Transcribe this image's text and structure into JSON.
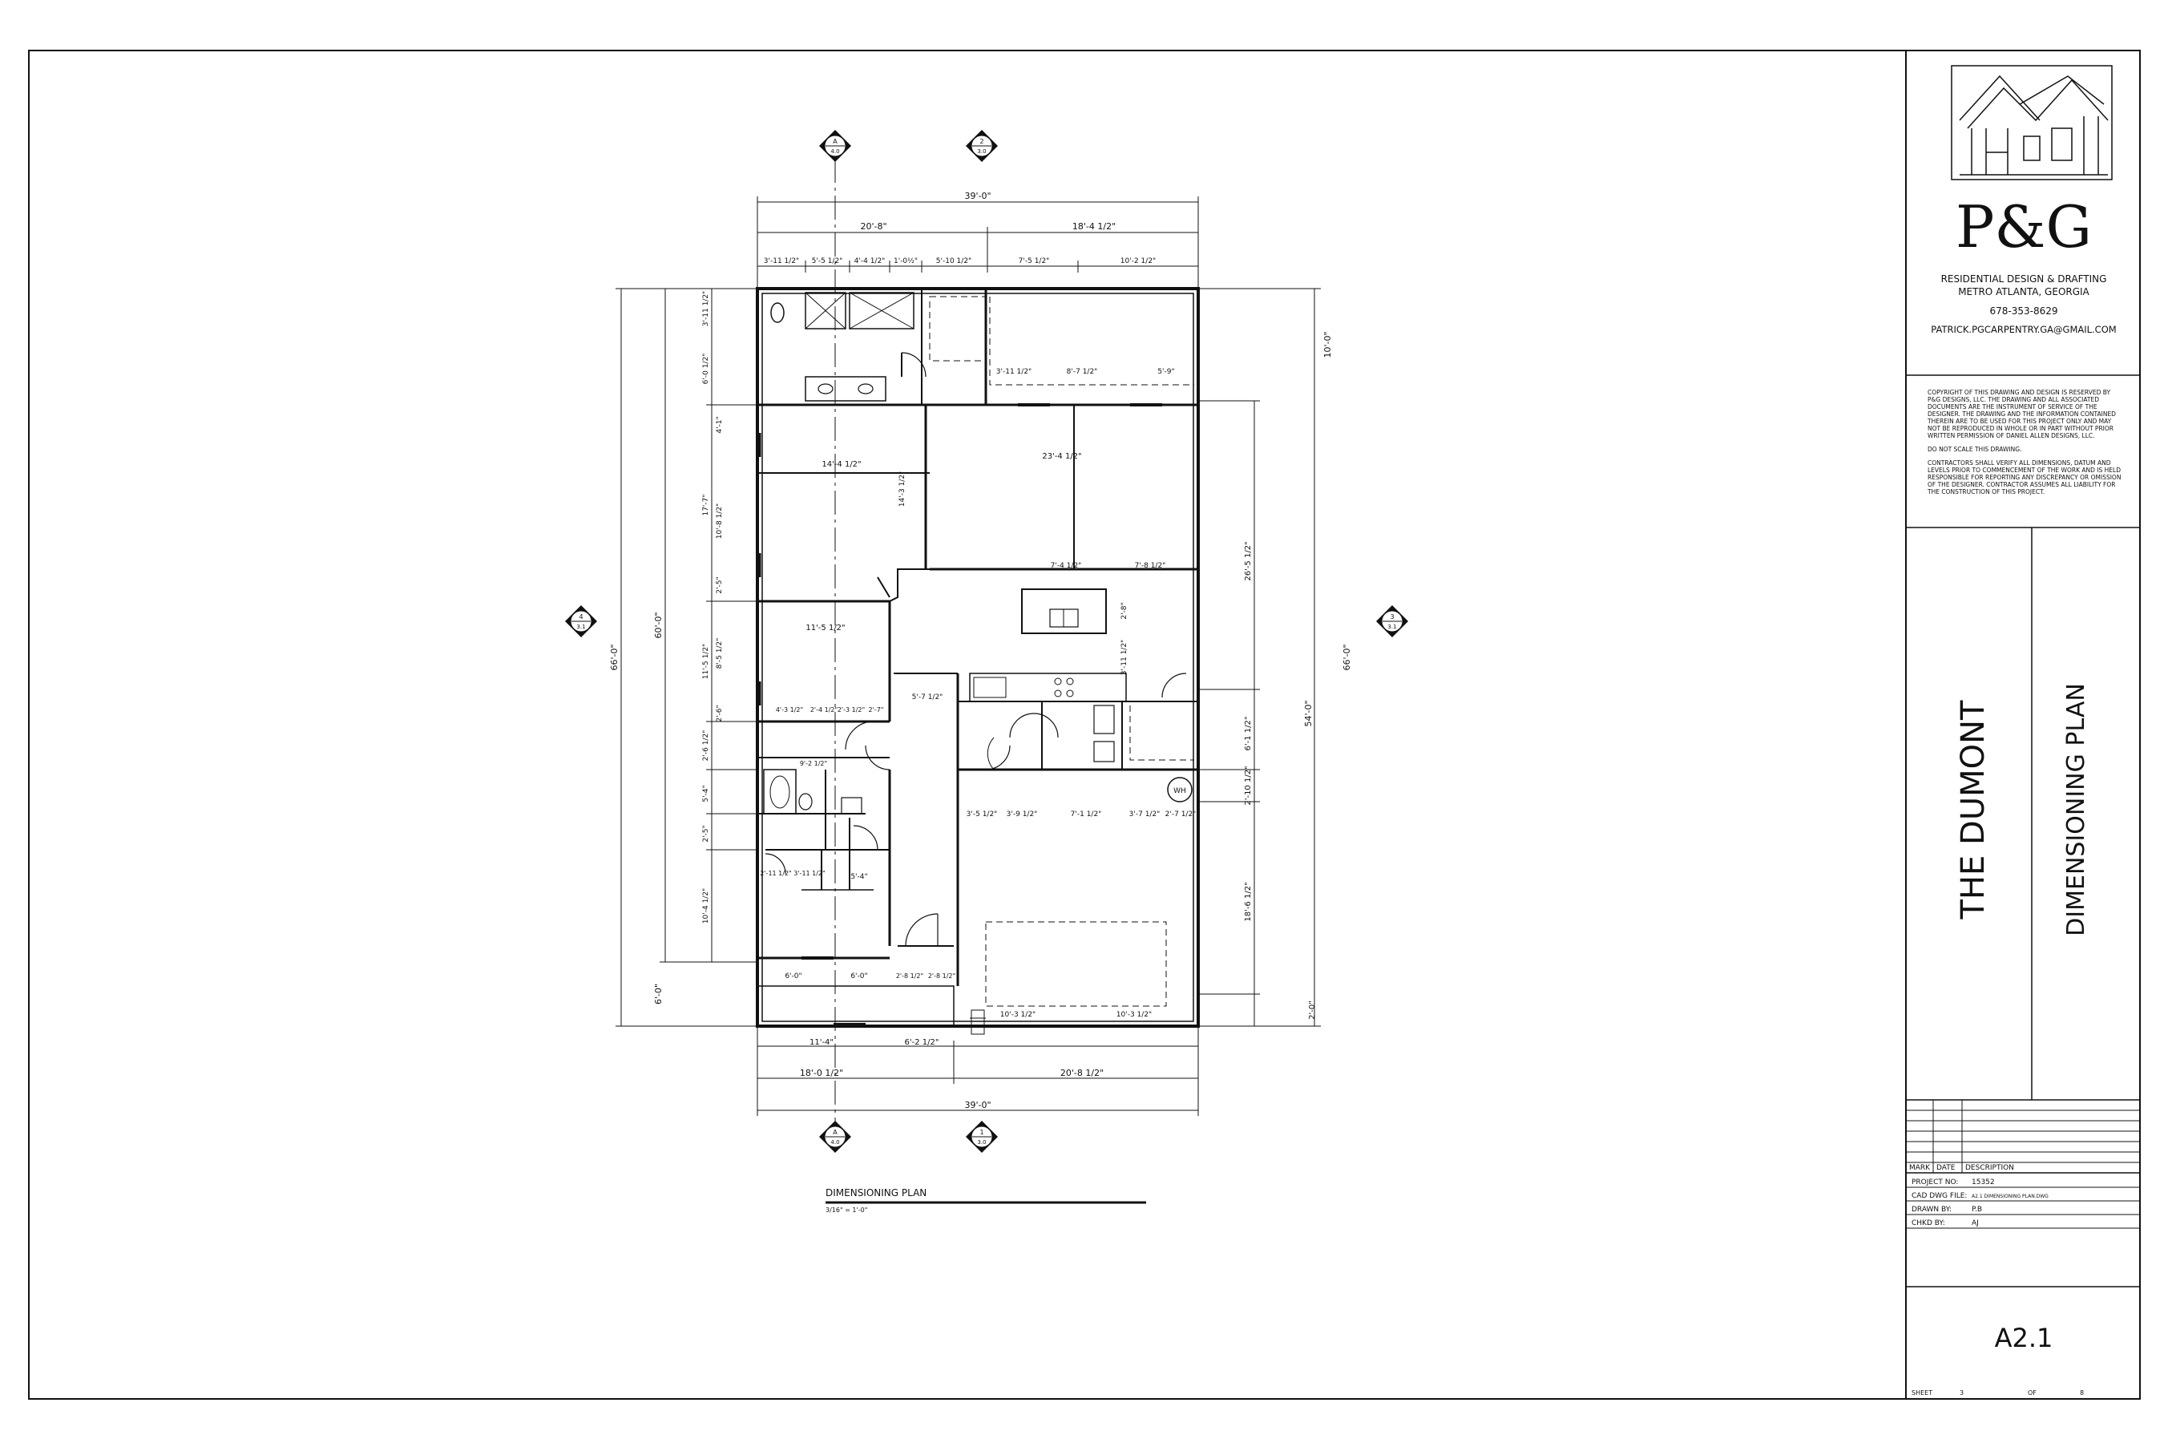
{
  "drawing": {
    "plan_title": "DIMENSIONING PLAN",
    "plan_scale": "3/16\" = 1'-0\"",
    "overall": {
      "top_total": "39'-0\"",
      "bottom_total": "39'-0\"",
      "left_total": "66'-0\"",
      "right_total": "66'-0\""
    },
    "top_dims": {
      "left_half": "20'-8\"",
      "right_half": "18'-4 1/2\"",
      "segments": [
        "3'-11 1/2\"",
        "5'-5 1/2\"",
        "4'-4 1/2\"",
        "1'-0½\"",
        "5'-10 1/2\"",
        "7'-5 1/2\"",
        "10'-2 1/2\""
      ]
    },
    "bottom_dims": {
      "left_half": "18'-0 1/2\"",
      "right_half": "20'-8 1/2\"",
      "segments": [
        "11'-4\"",
        "6'-2 1/2\""
      ]
    },
    "left_dims": {
      "inner_total": "60'-0\"",
      "porch": "6'-0\"",
      "segments": [
        "3'-11 1/2\"",
        "6'-0 1/2\"",
        "4'-1\"",
        "17'-7\"",
        "10'-8 1/2\"",
        "2'-5\"",
        "11'-5 1/2\"",
        "8'-5 1/2\"",
        "2'-6\"",
        "2'-6 1/2\"",
        "5'-4\"",
        "2'-5\"",
        "10'-4 1/2\""
      ]
    },
    "right_dims": {
      "upper": "10'-0\"",
      "mid_total": "54'-0\"",
      "mid_a": "26'-5 1/2\"",
      "mid_b": "6'-1 1/2\"",
      "mid_c": "2'-10 1/2\"",
      "lower": "18'-6 1/2\"",
      "bottom": "2'-0\""
    },
    "interior_dims": [
      "3'-11 1/2\"",
      "8'-7 1/2\"",
      "5'-9\"",
      "23'-4 1/2\"",
      "14'-4 1/2\"",
      "14'-3 1/2\"",
      "7'-4 1/2\"",
      "7'-8 1/2\"",
      "11'-5 1/2\"",
      "2'-8\"",
      "3'-11 1/2\"",
      "5'-7 1/2\"",
      "4'-3 1/2\"",
      "2'-4 1/2\"",
      "2'-3 1/2\"",
      "2'-7\"",
      "9'-2 1/2\"",
      "3'-5 1/2\"",
      "3'-9 1/2\"",
      "7'-1 1/2\"",
      "3'-7 1/2\"",
      "2'-7 1/2\"",
      "2'-11 1/2\"",
      "3'-11 1/2\"",
      "5'-4\"",
      "6'-0\"",
      "6'-0\"",
      "2'-8 1/2\"",
      "2'-8 1/2\"",
      "10'-3 1/2\"",
      "10'-3 1/2\"",
      "WH"
    ],
    "section_markers": [
      {
        "letter": "A",
        "sheet": "4.0"
      },
      {
        "letter": "2",
        "sheet": "3.0"
      },
      {
        "letter": "4",
        "sheet": "3.1"
      },
      {
        "letter": "3",
        "sheet": "3.1"
      },
      {
        "letter": "A",
        "sheet": "4.0"
      },
      {
        "letter": "1",
        "sheet": "3.0"
      }
    ]
  },
  "title_block": {
    "company": "P&G",
    "tagline": "RESIDENTIAL DESIGN & DRAFTING",
    "location": "METRO ATLANTA, GEORGIA",
    "phone": "678-353-8629",
    "email": "PATRICK.PGCARPENTRY.GA@GMAIL.COM",
    "copyright": "COPYRIGHT OF THIS DRAWING AND DESIGN IS RESERVED BY P&G DESIGNS, LLC. THE DRAWING AND ALL ASSOCIATED DOCUMENTS ARE THE INSTRUMENT OF SERVICE OF THE DESIGNER. THE DRAWING AND THE INFORMATION CONTAINED THEREIN ARE TO BE USED FOR THIS PROJECT ONLY AND MAY NOT BE REPRODUCED IN WHOLE OR IN PART WITHOUT PRIOR WRITTEN PERMISSION OF DANIEL ALLEN DESIGNS, LLC.",
    "do_not_scale": "DO NOT SCALE THIS DRAWING.",
    "contractor_note": "CONTRACTORS SHALL VERIFY ALL DIMENSIONS, DATUM AND LEVELS PRIOR TO COMMENCEMENT OF THE WORK AND IS HELD RESPONSIBLE FOR REPORTING ANY DISCREPANCY OR OMISSION OF THE DESIGNER. CONTRACTOR ASSUMES ALL LIABILITY FOR THE CONSTRUCTION OF THIS PROJECT.",
    "project_name": "THE DUMONT",
    "sheet_name": "DIMENSIONING PLAN",
    "revision_headers": {
      "mark": "MARK",
      "date": "DATE",
      "description": "DESCRIPTION"
    },
    "project_no_label": "PROJECT NO:",
    "project_no": "15352",
    "cad_file_label": "CAD DWG FILE:",
    "cad_file": "A2.1 DIMENSIONING PLAN.DWG",
    "drawn_by_label": "DRAWN BY:",
    "drawn_by": "P.B",
    "chkd_by_label": "CHKD BY:",
    "chkd_by": "AJ",
    "sheet_number": "A2.1",
    "sheet_label": "SHEET",
    "sheet_of_label": "OF",
    "sheet_index": "3",
    "sheet_total": "8"
  }
}
